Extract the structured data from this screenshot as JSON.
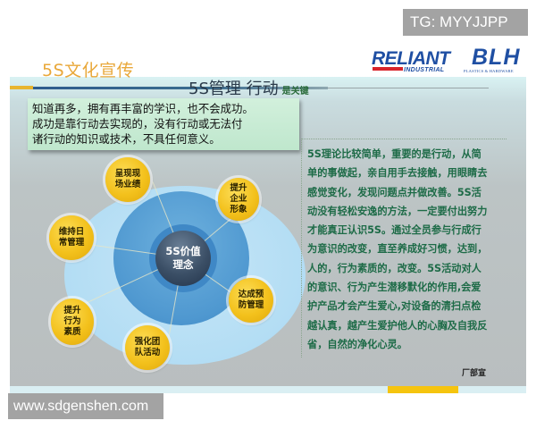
{
  "watermarks": {
    "tg": "TG: MYYJJPP",
    "site": "www.sdgenshen.com"
  },
  "header": {
    "slide_title": "5S文化宣传",
    "logos": {
      "reliant": "RELIANT",
      "reliant_sub": "INDUSTRIAL",
      "blh": "BLH",
      "blh_sub": "PLASTICS & HARDWARE"
    }
  },
  "section": {
    "title": "5S管理  行动",
    "key": "是关键"
  },
  "quote": {
    "lines": [
      "知道再多，拥有再丰富的学识，也不会成功。",
      "成功是靠行动去实现的，没有行动或无法付",
      "诸行动的知识或技术，不具任何意义。"
    ]
  },
  "diagram": {
    "center": [
      "5S价值",
      "理念"
    ],
    "bubbles": [
      {
        "id": "show-performance",
        "lines": [
          "呈现现",
          "场业绩"
        ]
      },
      {
        "id": "improve-image",
        "lines": [
          "提升",
          "企业",
          "形象"
        ]
      },
      {
        "id": "daily-management",
        "lines": [
          "维持日",
          "常管理"
        ]
      },
      {
        "id": "preventive-management",
        "lines": [
          "达成预",
          "防管理"
        ]
      },
      {
        "id": "improve-behavior",
        "lines": [
          "提升",
          "行为",
          "素质"
        ]
      },
      {
        "id": "team-activity",
        "lines": [
          "强化团",
          "队活动"
        ]
      }
    ],
    "colors": {
      "bubble": "#f3c11c",
      "core": "#3b4f66",
      "ring_mid": "#4f98d0",
      "ring_outer": "#b3ddf4"
    }
  },
  "body_text": {
    "lines": [
      "5S理论比较简单，重要的是行动，从简",
      "单的事做起，亲自用手去接触，用眼睛去",
      "感觉变化，发现问题点并做改善。5S活",
      "动没有轻松安逸的方法，一定要付出努力",
      "才能真正认识5S。通过全员参与行成行",
      "为意识的改变，直至养成好习惯，达到，",
      "人的，行为素质的，改变。5S活动对人",
      "的意识、行为产生潜移默化的作用,会爱",
      "护产品才会产生爱心,对设备的清扫点检",
      "越认真，越产生爱护他人的心胸及自我反",
      "省，自然的净化心灵。"
    ],
    "signature": "厂部宣"
  }
}
